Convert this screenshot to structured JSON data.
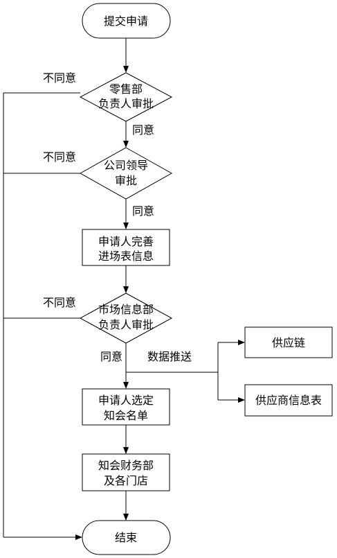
{
  "nodes": {
    "start": "提交申请",
    "retail_review_line1": "零售部",
    "retail_review_line2": "负责人审批",
    "leader_review_line1": "公司领导",
    "leader_review_line2": "审批",
    "complete_info_line1": "申请人完善",
    "complete_info_line2": "进场表信息",
    "market_review_line1": "市场信息部",
    "market_review_line2": "负责人审批",
    "select_notify_line1": "申请人选定",
    "select_notify_line2": "知会名单",
    "notify_finance_line1": "知会财务部",
    "notify_finance_line2": "及各门店",
    "supply_chain": "供应链",
    "supplier_info": "供应商信息表",
    "end": "结束"
  },
  "edge_labels": {
    "reject_1": "不同意",
    "reject_2": "不同意",
    "reject_3": "不同意",
    "agree_1": "同意",
    "agree_2": "同意",
    "agree_3": "同意",
    "data_push": "数据推送"
  }
}
